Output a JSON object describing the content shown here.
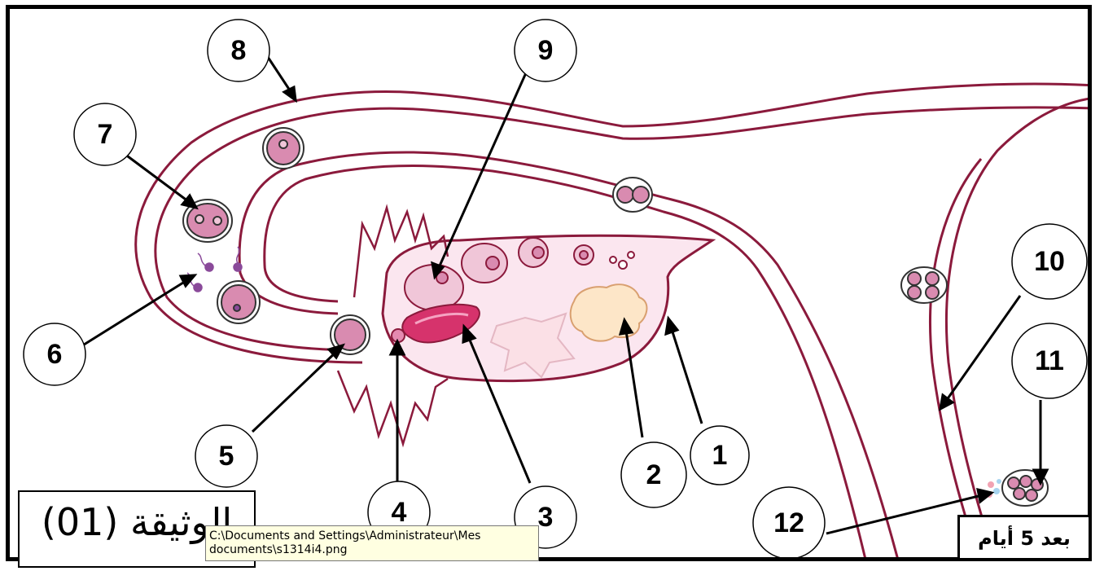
{
  "document": {
    "title": "الوثيقة (01)",
    "caption_after_days": "بعد 5 أيام"
  },
  "tooltip": {
    "line1": "C:\\Documents and Settings\\Administrateur\\Mes",
    "line2": "documents\\s1314i4.png"
  },
  "labels": [
    "1",
    "2",
    "3",
    "4",
    "5",
    "6",
    "7",
    "8",
    "9",
    "10",
    "11",
    "12"
  ],
  "colors": {
    "wall": "#8b1a3c",
    "cell_fill": "#d98bb0",
    "cell_light": "#f0c6d8",
    "nucleus": "#8a4a9a",
    "corpus_luteum": "#fde6c8",
    "rupture": "#d6336c",
    "frame": "#000000",
    "tooltip_bg": "#ffffe1"
  }
}
